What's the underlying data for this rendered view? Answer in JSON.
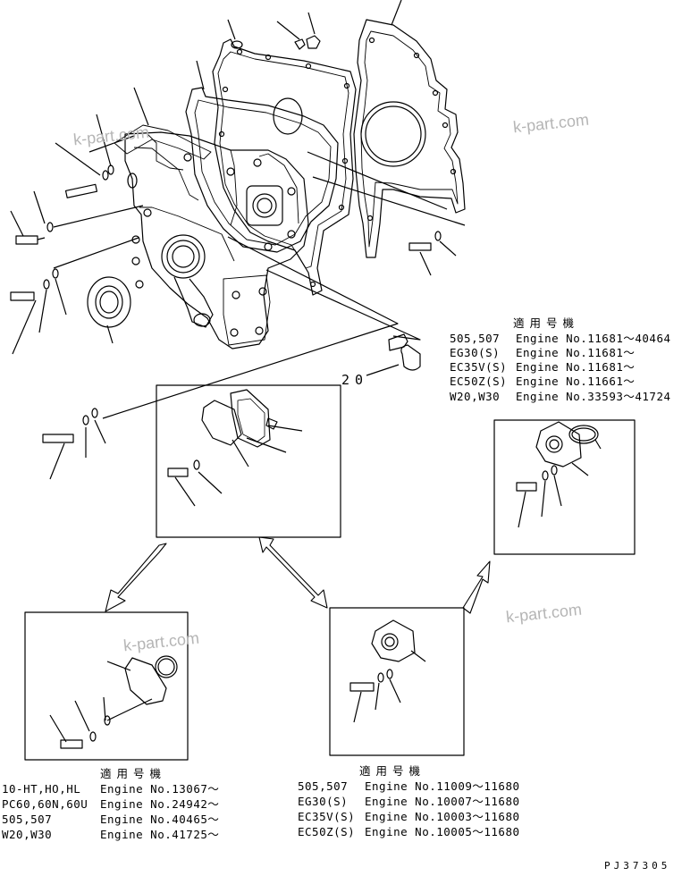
{
  "watermark": "k-part.com",
  "callout_number": "20",
  "drawing_code": "PJ37305",
  "header_label": "適用号機",
  "table_right": [
    [
      "505,507",
      "Engine No.11681～40464"
    ],
    [
      "EG30(S)",
      "Engine No.11681～"
    ],
    [
      "EC35V(S)",
      "Engine No.11681～"
    ],
    [
      "EC50Z(S)",
      "Engine No.11661～"
    ],
    [
      "W20,W30",
      "Engine No.33593～41724"
    ]
  ],
  "table_left": [
    [
      "10-HT,HO,HL",
      "Engine No.13067～"
    ],
    [
      "PC60,60N,60U",
      "Engine No.24942～"
    ],
    [
      "505,507",
      "Engine No.40465～"
    ],
    [
      "W20,W30",
      "Engine No.41725～"
    ]
  ],
  "table_center": [
    [
      "505,507",
      "Engine No.11009～11680"
    ],
    [
      "EG30(S)",
      "Engine No.10007～11680"
    ],
    [
      "EC35V(S)",
      "Engine No.10003～11680"
    ],
    [
      "EC50Z(S)",
      "Engine No.10005～11680"
    ]
  ]
}
